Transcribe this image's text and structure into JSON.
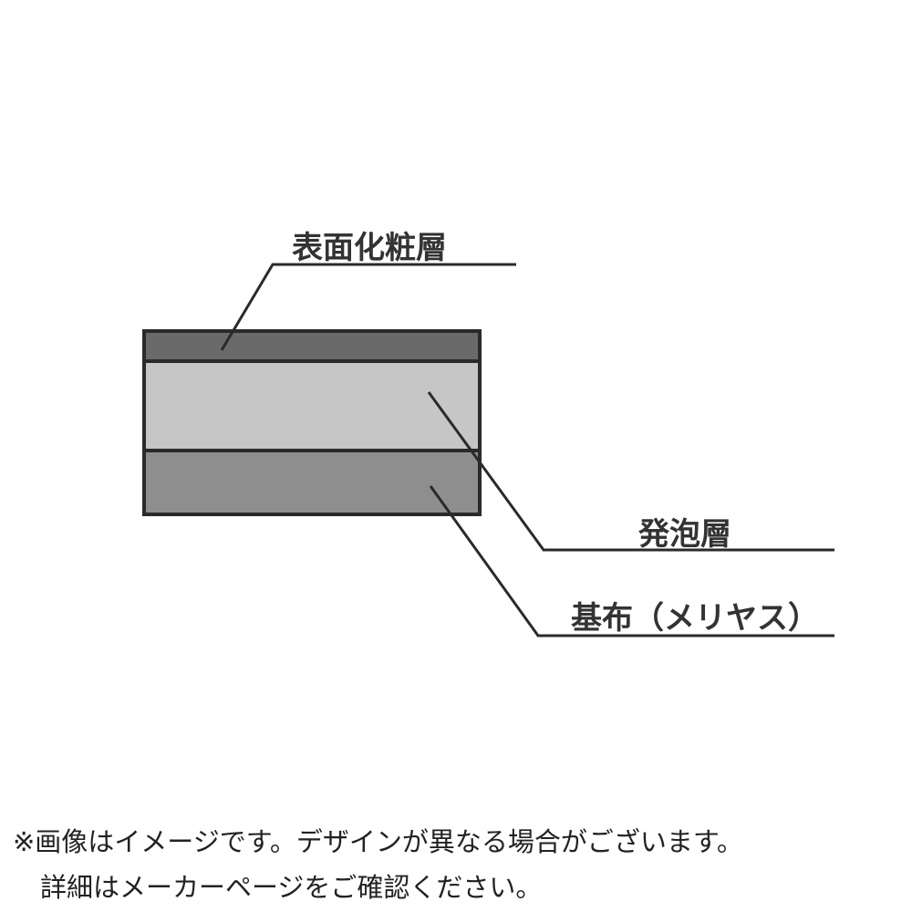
{
  "labels": {
    "surface": "表面化粧層",
    "foam": "発泡層",
    "base": "基布（メリヤス）"
  },
  "colors": {
    "surface_layer": "#6a6a6a",
    "foam_layer": "#c6c6c6",
    "base_layer": "#8e8e8e",
    "outline": "#2a2a2a"
  },
  "notes": {
    "line1": "※画像はイメージです。デザインが異なる場合がございます。",
    "line2": "詳細はメーカーページをご確認ください。"
  }
}
